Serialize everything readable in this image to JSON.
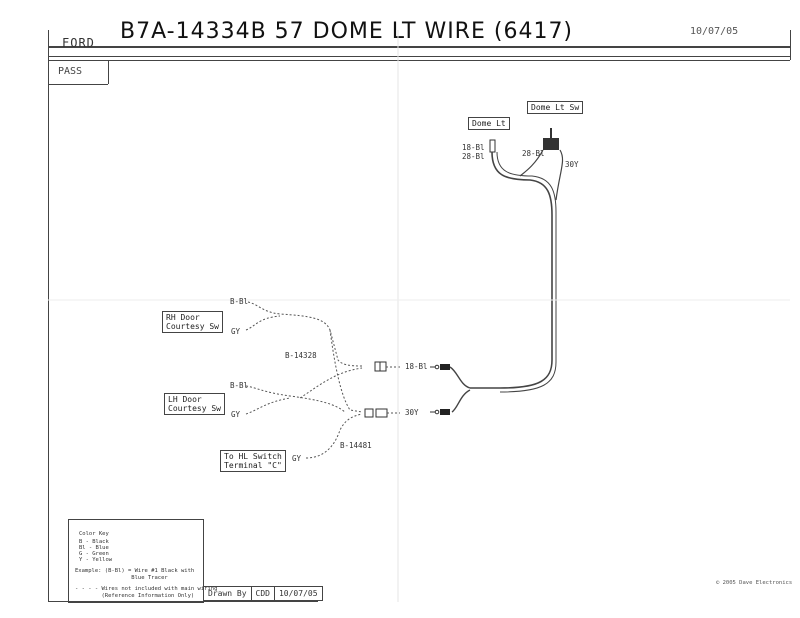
{
  "header": {
    "brand": "FORD",
    "title": "B7A-14334B  57 DOME LT WIRE  (6417)",
    "date": "10/07/05"
  },
  "section": "PASS",
  "components": {
    "dome_lt_sw": "Dome Lt Sw",
    "dome_lt": "Dome Lt",
    "rh_door": "RH Door\nCourtesy Sw",
    "lh_door": "LH Door\nCourtesy Sw",
    "hl_switch": "To HL Switch\nTerminal \"C\""
  },
  "wire_labels": {
    "dome_1": "18-Bl",
    "dome_2": "28-Bl",
    "sw_1": "28-Bl",
    "sw_2": "30Y",
    "rh_1": "B-Bl",
    "rh_2": "GY",
    "lh_1": "B-Bl",
    "lh_2": "GY",
    "part_14328": "B-14328",
    "conn_1": "18-Bl",
    "conn_2": "30Y",
    "hl_gy": "GY",
    "part_14481": "B-14481"
  },
  "legend": {
    "title": "Color Key",
    "items": [
      "B - Black",
      "Bl - Blue",
      "G - Green",
      "Y - Yellow"
    ],
    "example": "Example: (B-Bl) = Wire #1 Black with\n                 Blue Tracer",
    "note": "- - - - Wires not included with main wiring\n        (Reference Information Only)"
  },
  "drawn_by": {
    "label": "Drawn By",
    "initials": "CDD",
    "date": "10/07/05"
  },
  "copyright": "© 2005 Dave Electronics"
}
